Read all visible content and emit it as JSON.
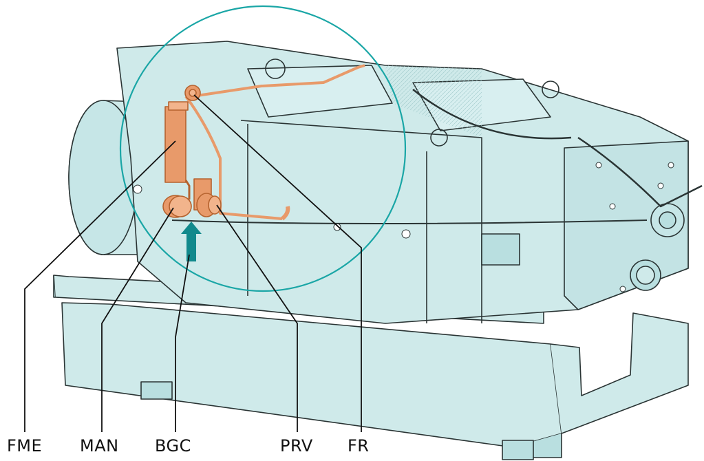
{
  "labels": {
    "fme": "FME",
    "man": "MAN",
    "bgc": "BGC",
    "prv": "PRV",
    "fr": "FR"
  },
  "colors": {
    "body": "#cfeaea",
    "body_dark": "#aad3d4",
    "stroke": "#2a3434",
    "highlight": "#e89a6a",
    "highlight_dark": "#b5622e",
    "circle": "#1aa6a6",
    "arrow": "#11898c"
  }
}
